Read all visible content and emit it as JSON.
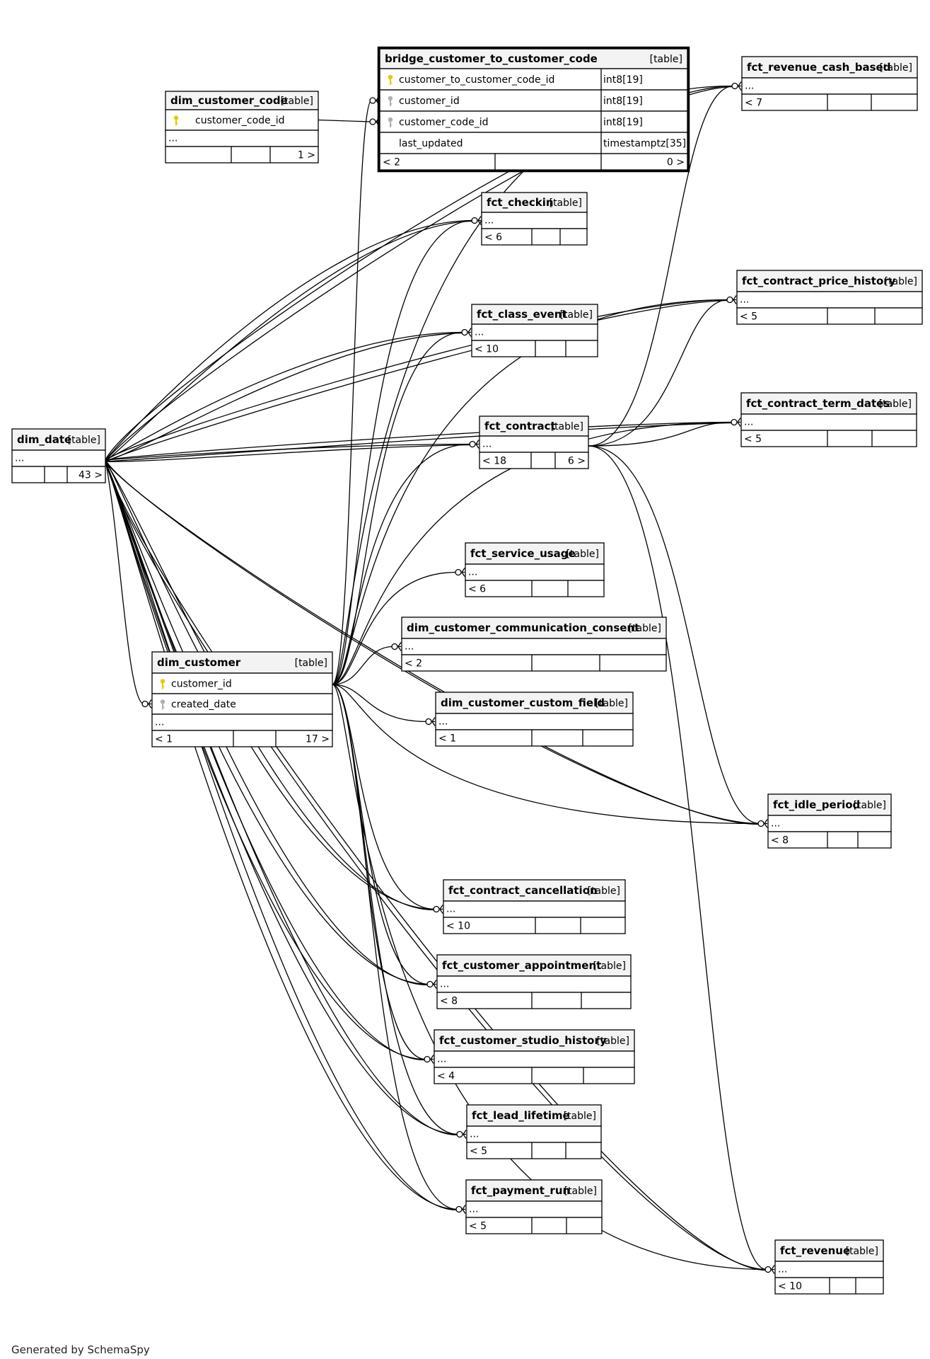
{
  "footer": "Generated by SchemaSpy",
  "tables": [
    {
      "id": "bridge",
      "name": "bridge_customer_to_customer_code",
      "tag": "[table]",
      "bold": true,
      "rows": [
        {
          "key": "pk",
          "name": "customer_to_customer_code_id",
          "type": "int8[19]"
        },
        {
          "key": "fk",
          "name": "customer_id",
          "type": "int8[19]"
        },
        {
          "key": "fk",
          "name": "customer_code_id",
          "type": "int8[19]"
        },
        {
          "key": "",
          "name": "last_updated",
          "type": "timestamptz[35]"
        }
      ],
      "footer": [
        "< 2",
        "",
        "0 >"
      ]
    },
    {
      "id": "dcc",
      "name": "dim_customer_code",
      "tag": "[table]",
      "rows": [
        {
          "key": "pk",
          "name": "customer_code_id"
        }
      ],
      "more": "...",
      "footer": [
        "",
        "",
        "1 >"
      ]
    },
    {
      "id": "frcb",
      "name": "fct_revenue_cash_based",
      "tag": "[table]",
      "more": "...",
      "footer": [
        "< 7",
        "",
        ""
      ]
    },
    {
      "id": "fchk",
      "name": "fct_checkin",
      "tag": "[table]",
      "more": "...",
      "footer": [
        "< 6",
        "",
        ""
      ]
    },
    {
      "id": "fcph",
      "name": "fct_contract_price_history",
      "tag": "[table]",
      "more": "...",
      "footer": [
        "< 5",
        "",
        ""
      ]
    },
    {
      "id": "fce",
      "name": "fct_class_event",
      "tag": "[table]",
      "more": "...",
      "footer": [
        "< 10",
        "",
        ""
      ]
    },
    {
      "id": "fctd",
      "name": "fct_contract_term_dates",
      "tag": "[table]",
      "more": "...",
      "footer": [
        "< 5",
        "",
        ""
      ]
    },
    {
      "id": "ddate",
      "name": "dim_date",
      "tag": "[table]",
      "more": "...",
      "footer": [
        "",
        "",
        "43 >"
      ]
    },
    {
      "id": "fcon",
      "name": "fct_contract",
      "tag": "[table]",
      "more": "...",
      "footer": [
        "< 18",
        "",
        "6 >"
      ]
    },
    {
      "id": "fsu",
      "name": "fct_service_usage",
      "tag": "[table]",
      "more": "...",
      "footer": [
        "< 6",
        "",
        ""
      ]
    },
    {
      "id": "dccc",
      "name": "dim_customer_communication_consent",
      "tag": "[table]",
      "more": "...",
      "footer": [
        "< 2",
        "",
        ""
      ]
    },
    {
      "id": "dcust",
      "name": "dim_customer",
      "tag": "[table]",
      "rows": [
        {
          "key": "pk",
          "name": "customer_id"
        },
        {
          "key": "fk",
          "name": "created_date"
        }
      ],
      "more": "...",
      "footer": [
        "< 1",
        "",
        "17 >"
      ]
    },
    {
      "id": "dccf",
      "name": "dim_customer_custom_field",
      "tag": "[table]",
      "more": "...",
      "footer": [
        "< 1",
        "",
        ""
      ]
    },
    {
      "id": "fidle",
      "name": "fct_idle_period",
      "tag": "[table]",
      "more": "...",
      "footer": [
        "< 8",
        "",
        ""
      ]
    },
    {
      "id": "fcc",
      "name": "fct_contract_cancellation",
      "tag": "[table]",
      "more": "...",
      "footer": [
        "< 10",
        "",
        ""
      ]
    },
    {
      "id": "fca",
      "name": "fct_customer_appointment",
      "tag": "[table]",
      "more": "...",
      "footer": [
        "< 8",
        "",
        ""
      ]
    },
    {
      "id": "fcsh",
      "name": "fct_customer_studio_history",
      "tag": "[table]",
      "more": "...",
      "footer": [
        "< 4",
        "",
        ""
      ]
    },
    {
      "id": "fll",
      "name": "fct_lead_lifetime",
      "tag": "[table]",
      "more": "...",
      "footer": [
        "< 5",
        "",
        ""
      ]
    },
    {
      "id": "fpr",
      "name": "fct_payment_run",
      "tag": "[table]",
      "more": "...",
      "footer": [
        "< 5",
        "",
        ""
      ]
    },
    {
      "id": "frev",
      "name": "fct_revenue",
      "tag": "[table]",
      "more": "...",
      "footer": [
        "< 10",
        "",
        ""
      ]
    }
  ],
  "relationships": [
    {
      "from": "dcust",
      "to": "bridge",
      "fk_column": "customer_id"
    },
    {
      "from": "dcc",
      "to": "bridge",
      "fk_column": "customer_code_id"
    },
    {
      "from": "ddate",
      "to": "dcust",
      "fk_column": "created_date"
    },
    {
      "from": "ddate",
      "to": "frcb"
    },
    {
      "from": "dcust",
      "to": "frcb"
    },
    {
      "from": "fcon",
      "to": "frcb"
    },
    {
      "from": "ddate",
      "to": "fchk"
    },
    {
      "from": "dcust",
      "to": "fchk"
    },
    {
      "from": "ddate",
      "to": "fcph"
    },
    {
      "from": "dcust",
      "to": "fcph"
    },
    {
      "from": "fcon",
      "to": "fcph"
    },
    {
      "from": "ddate",
      "to": "fce"
    },
    {
      "from": "dcust",
      "to": "fce"
    },
    {
      "from": "ddate",
      "to": "fctd"
    },
    {
      "from": "dcust",
      "to": "fctd"
    },
    {
      "from": "fcon",
      "to": "fctd"
    },
    {
      "from": "ddate",
      "to": "fcon"
    },
    {
      "from": "dcust",
      "to": "fcon"
    },
    {
      "from": "dcust",
      "to": "fsu"
    },
    {
      "from": "dcust",
      "to": "dccc"
    },
    {
      "from": "dcust",
      "to": "dccf"
    },
    {
      "from": "ddate",
      "to": "fidle"
    },
    {
      "from": "dcust",
      "to": "fidle"
    },
    {
      "from": "fcon",
      "to": "fidle"
    },
    {
      "from": "ddate",
      "to": "fcc"
    },
    {
      "from": "dcust",
      "to": "fcc"
    },
    {
      "from": "ddate",
      "to": "fca"
    },
    {
      "from": "dcust",
      "to": "fca"
    },
    {
      "from": "ddate",
      "to": "fcsh"
    },
    {
      "from": "dcust",
      "to": "fcsh"
    },
    {
      "from": "ddate",
      "to": "fll"
    },
    {
      "from": "dcust",
      "to": "fll"
    },
    {
      "from": "ddate",
      "to": "fpr"
    },
    {
      "from": "dcust",
      "to": "fpr"
    },
    {
      "from": "ddate",
      "to": "frev"
    },
    {
      "from": "dcust",
      "to": "frev"
    },
    {
      "from": "fcon",
      "to": "frev"
    }
  ]
}
